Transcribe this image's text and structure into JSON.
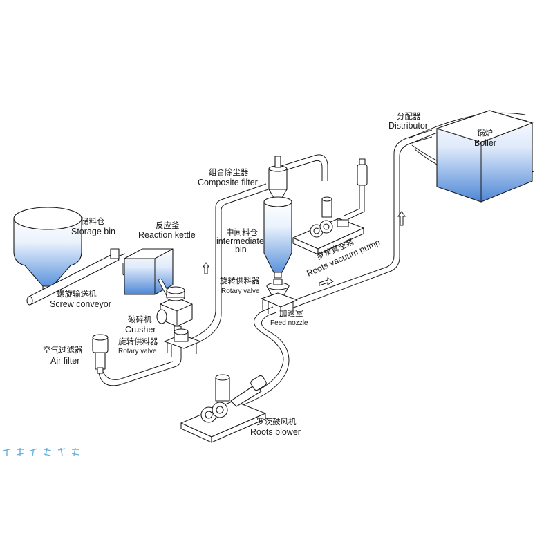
{
  "labels": {
    "storage_bin": {
      "zh": "储料仓",
      "en": "Storage bin"
    },
    "reaction_kettle": {
      "zh": "反应釜",
      "en": "Reaction kettle"
    },
    "screw_conveyor": {
      "zh": "螺旋输送机",
      "en": "Screw conveyor"
    },
    "crusher": {
      "zh": "破碎机",
      "en": "Crusher"
    },
    "rotary_valve_1": {
      "zh": "旋转供料器",
      "en": "Rotary valve"
    },
    "air_filter": {
      "zh": "空气过滤器",
      "en": "Air filter"
    },
    "composite_filter": {
      "zh": "组合除尘器",
      "en": "Composite filter"
    },
    "intermediate_bin": {
      "zh": "中间料仓",
      "en_line1": "intermediate",
      "en_line2": "bin"
    },
    "rotary_valve_2": {
      "zh": "旋转供料器",
      "en": "Rotary valve"
    },
    "feed_nozzle": {
      "zh": "加速室",
      "en": "Feed nozzle"
    },
    "roots_vacuum_pump": {
      "zh": "罗茨真空泵",
      "en": "Roots vacuum pump"
    },
    "roots_blower": {
      "zh": "罗茨鼓风机",
      "en": "Roots blower"
    },
    "distributor": {
      "zh": "分配器",
      "en": "Distributor"
    },
    "boiler": {
      "zh": "锅炉",
      "en": "Boiler"
    }
  },
  "colors": {
    "line": "#1a1a1a",
    "tank_fill_top": "#ffffff",
    "tank_fill_bottom": "#5b93dc",
    "watermark": "#4aa3d8"
  }
}
